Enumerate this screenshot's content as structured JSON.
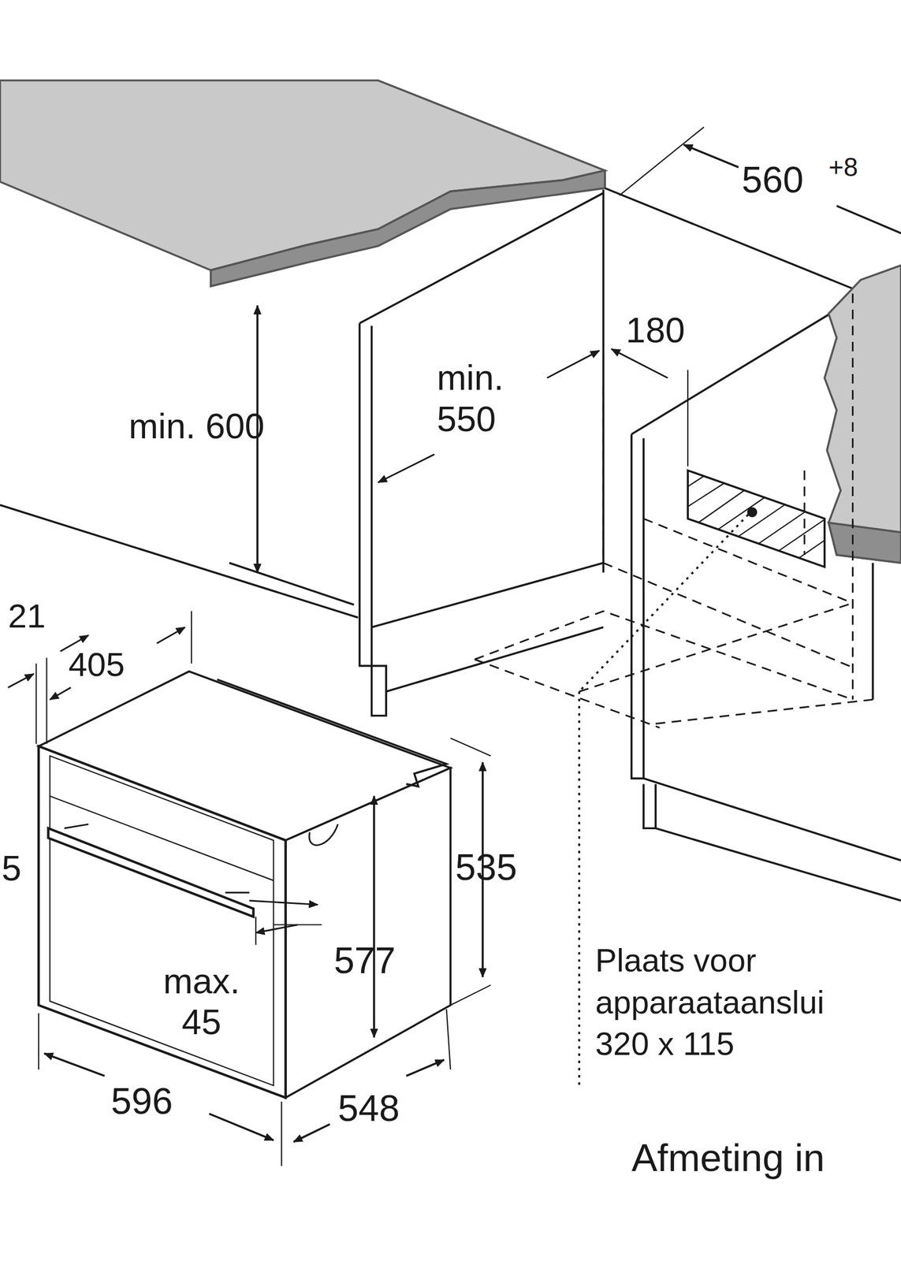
{
  "diagram": {
    "labels": [
      "560",
      "+8",
      "180",
      "min. 550",
      "min. 600",
      "21",
      "405",
      "5",
      "535",
      "577",
      "max. 45",
      "596",
      "548",
      "Plaats voor apparaataanslui 320 x 115",
      "Afmeting in"
    ]
  }
}
